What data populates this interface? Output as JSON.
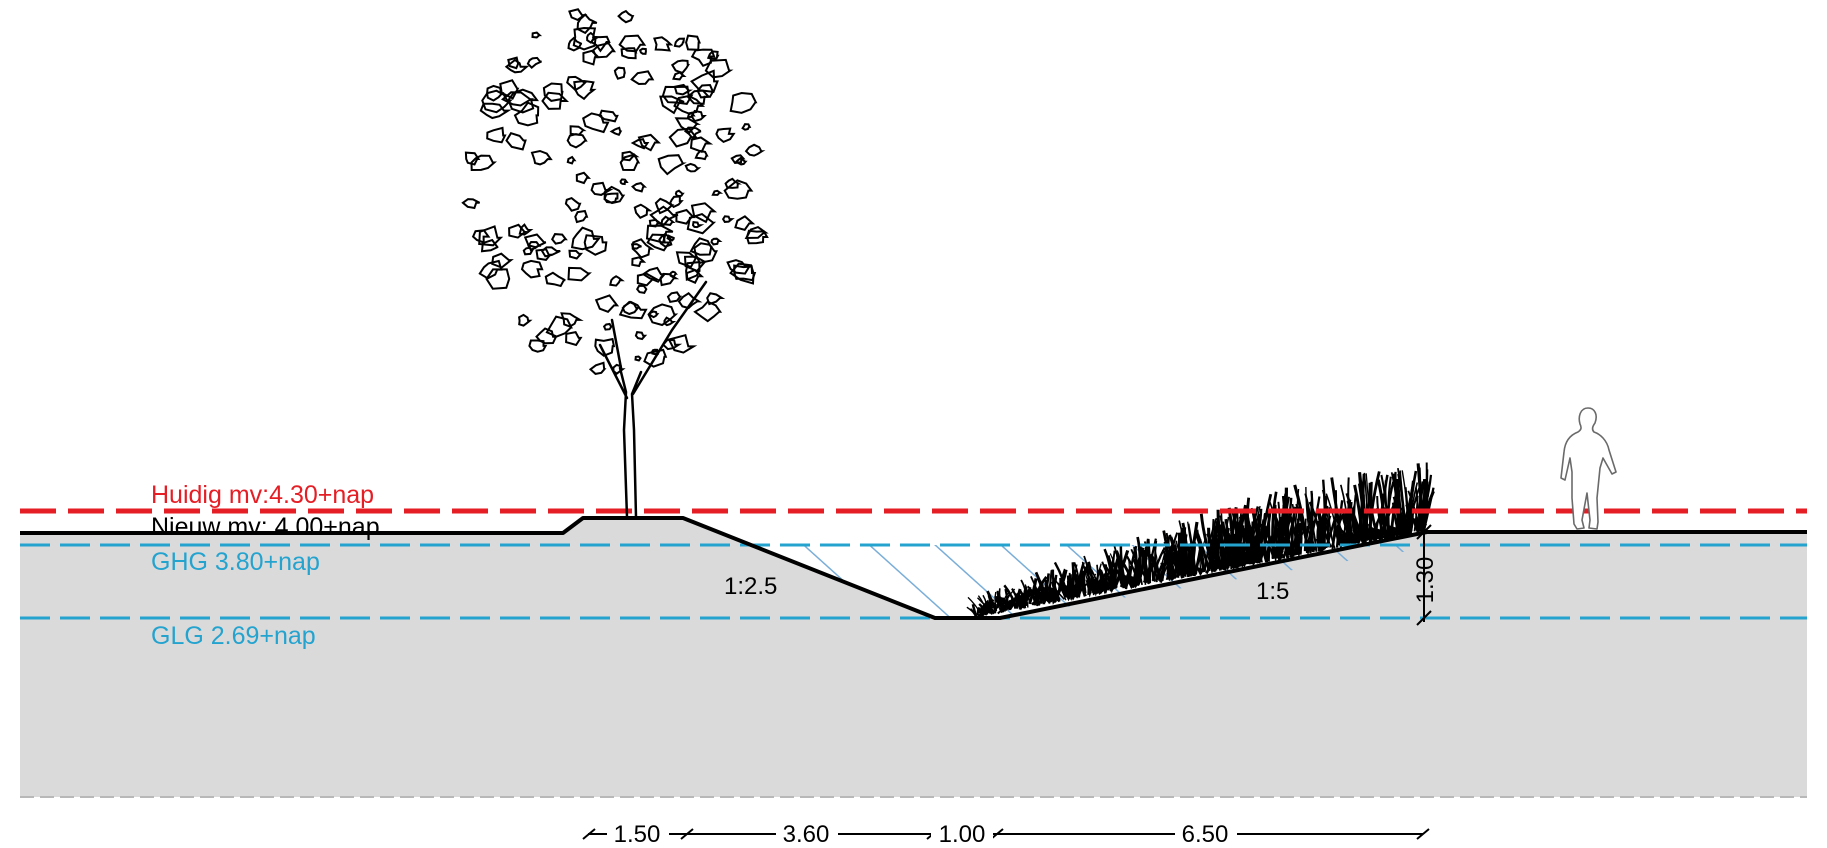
{
  "levels": {
    "current": "Huidig mv:4.30+nap",
    "new": "Nieuw mv: 4.00+nap",
    "ghg": "GHG 3.80+nap",
    "glg": "GLG 2.69+nap"
  },
  "slopes": {
    "left": "1:2.5",
    "right": "1:5"
  },
  "depth": "1.30",
  "dimensions": [
    "1.50",
    "3.60",
    "1.00",
    "6.50"
  ],
  "colors": {
    "current_level": "#e51e25",
    "water_level": "#24a3cf",
    "ground_fill": "#dadada",
    "hatch": "#7aaed8"
  },
  "icons": {
    "tree": "tree-icon",
    "person": "person-icon",
    "vegetation": "grass-icon"
  }
}
